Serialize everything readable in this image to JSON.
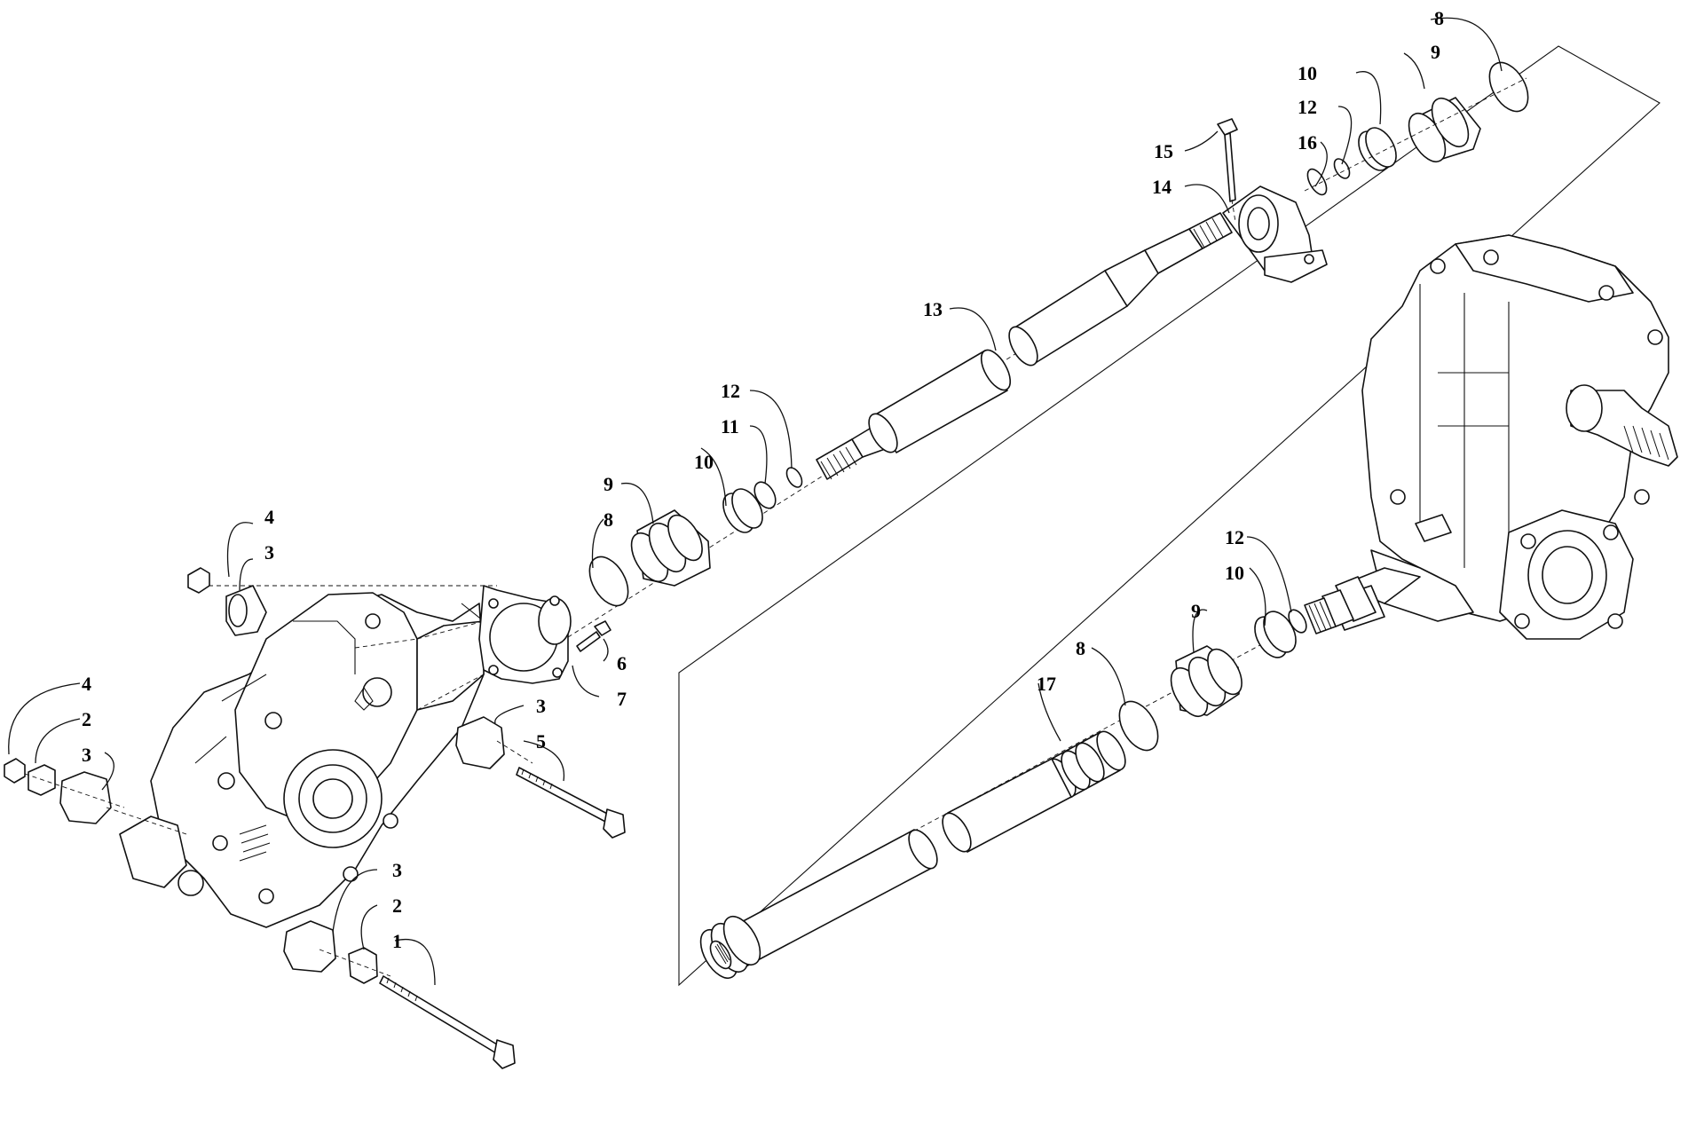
{
  "callouts": {
    "c1": "1",
    "c2a": "2",
    "c2b": "2",
    "c3a": "3",
    "c3b": "3",
    "c3c": "3",
    "c3d": "3",
    "c4a": "4",
    "c4b": "4",
    "c5": "5",
    "c6": "6",
    "c7": "7",
    "c8a": "8",
    "c8b": "8",
    "c8c": "8",
    "c9a": "9",
    "c9b": "9",
    "c9c": "9",
    "c10a": "10",
    "c10b": "10",
    "c10c": "10",
    "c11": "11",
    "c12a": "12",
    "c12b": "12",
    "c12c": "12",
    "c13": "13",
    "c14": "14",
    "c15": "15",
    "c16": "16",
    "c17": "17"
  }
}
